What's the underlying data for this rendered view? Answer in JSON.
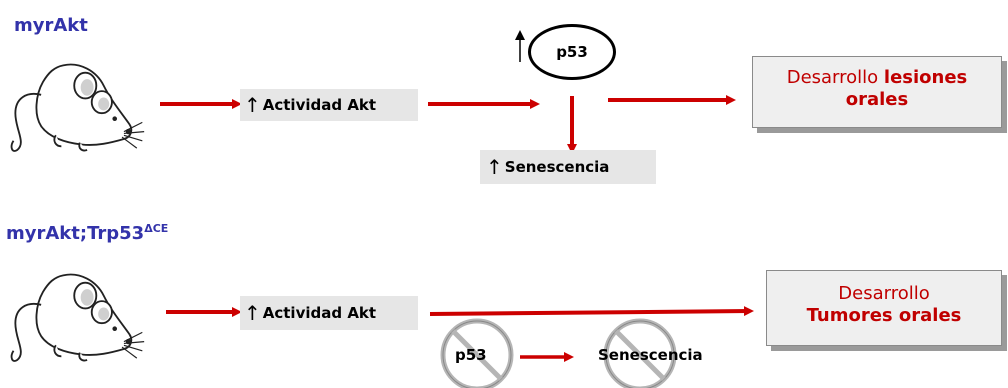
{
  "top": {
    "title": "myrAkt",
    "activity_label": "Actividad Akt",
    "p53_label": "p53",
    "senescence_label": "Senescencia",
    "outcome_prefix": "Desarrollo ",
    "outcome_bold1": "lesiones",
    "outcome_bold2": "orales"
  },
  "bottom": {
    "title": "myrAkt;Trp53",
    "title_sup": "ΔCE",
    "activity_label": "Actividad Akt",
    "p53_label": "p53",
    "senescence_label": "Senescencia",
    "outcome_line1": "Desarrollo",
    "outcome_line2": "Tumores orales"
  },
  "colors": {
    "arrow": "#cc0000",
    "title": "#3333aa",
    "outcome_text": "#c00000"
  },
  "icons": [
    "mouse-icon",
    "up-arrow-icon",
    "prohibited-icon"
  ]
}
